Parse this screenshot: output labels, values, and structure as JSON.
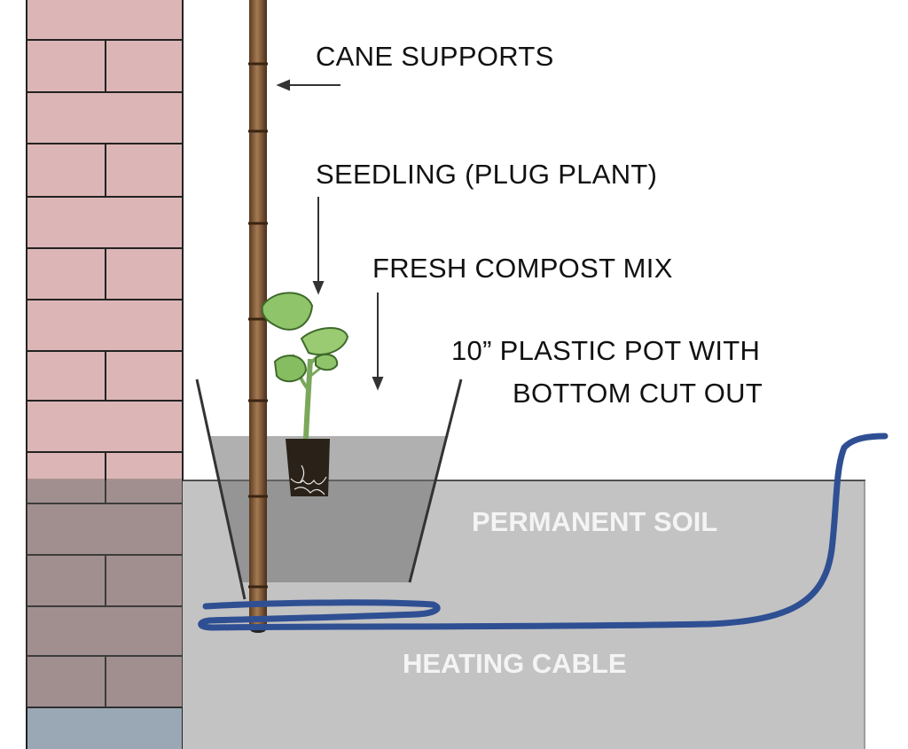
{
  "labels": {
    "cane_supports": "CANE SUPPORTS",
    "seedling": "SEEDLING (PLUG PLANT)",
    "compost": "FRESH COMPOST MIX",
    "pot_line1": "10” PLASTIC POT WITH",
    "pot_line2": "BOTTOM CUT OUT",
    "soil": "PERMANENT SOIL",
    "cable": "HEATING CABLE"
  },
  "colors": {
    "brick": "#dcb6b6",
    "brick_in_soil": "#a99090",
    "mortar": "#222222",
    "soil": "#c3c3c3",
    "pot_fill": "#8f8f8f",
    "cane": "#8a6040",
    "cable": "#2f4f93",
    "plant_leaf": "#8fc46a",
    "plug_root": "#2a2218"
  }
}
